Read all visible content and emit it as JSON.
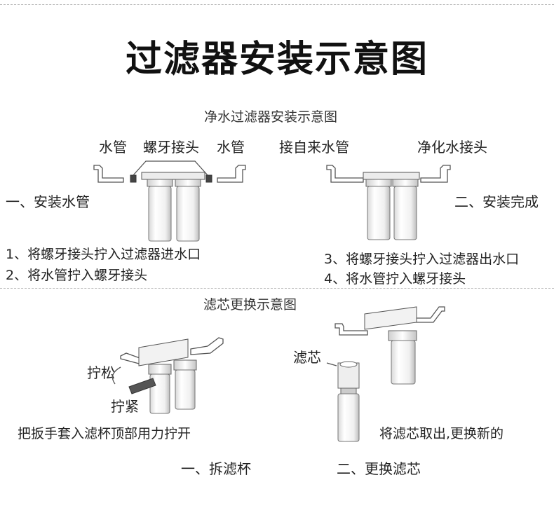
{
  "title": "过滤器安装示意图",
  "install": {
    "heading": "净水过滤器安装示意图",
    "label_water_pipe_left": "水管",
    "label_thread_joint": "螺牙接头",
    "label_water_pipe_right": "水管",
    "label_tap_pipe": "接自来水管",
    "label_purified_joint": "净化水接头",
    "stage_1": "一、安装水管",
    "stage_2": "二、安装完成",
    "steps": [
      "1、将螺牙接头拧入过滤器进水口",
      "2、将水管拧入螺牙接头",
      "3、将螺牙接头拧入过滤器出水口",
      "4、将水管拧入螺牙接头"
    ]
  },
  "replace": {
    "heading": "滤芯更换示意图",
    "label_loosen": "拧松",
    "label_tighten": "拧紧",
    "instruction_left": "把扳手套入滤杯顶部用力拧开",
    "label_cartridge": "滤芯",
    "instruction_right": "将滤芯取出,更换新的",
    "stage_1": "一、拆滤杯",
    "stage_2": "二、更换滤芯"
  }
}
